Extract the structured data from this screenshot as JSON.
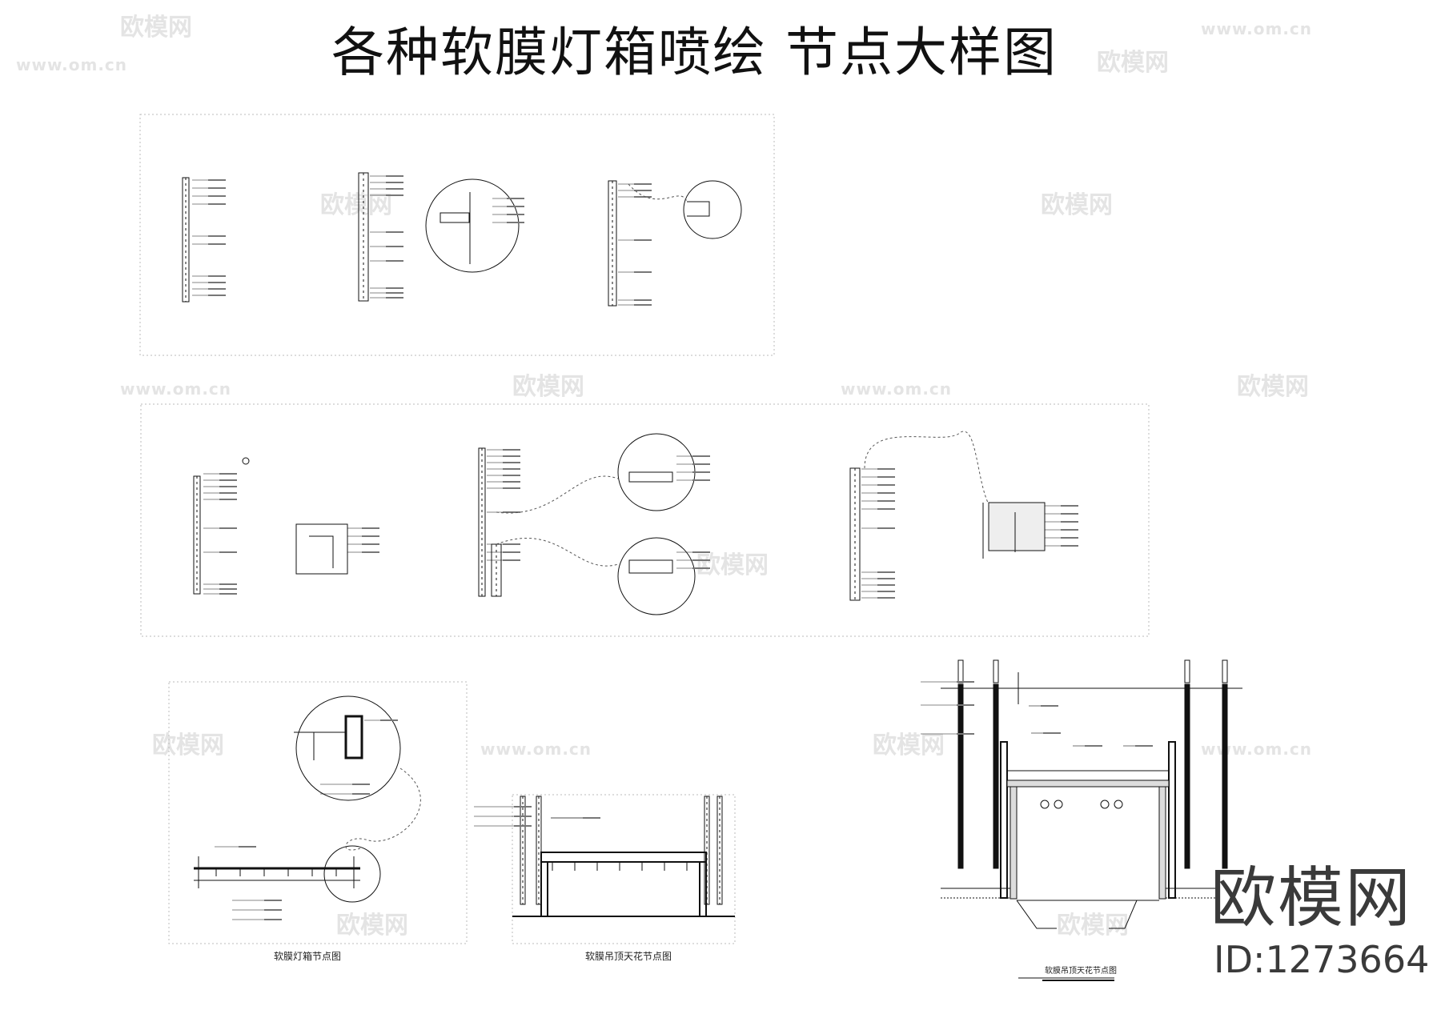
{
  "title": "各种软膜灯箱喷绘  节点大样图",
  "captions": {
    "lightbox": "软膜灯箱节点图",
    "ceiling": "软膜吊顶天花节点图",
    "ceiling_large": "软膜吊顶天花节点图"
  },
  "logo": {
    "name": "欧模网",
    "id": "ID:1273664"
  },
  "watermarks": {
    "brand": "欧模网",
    "url": "www.om.cn"
  },
  "colors": {
    "line": "#111111",
    "dash": "#bbbbbb",
    "watermark": "#e4e4e4"
  }
}
